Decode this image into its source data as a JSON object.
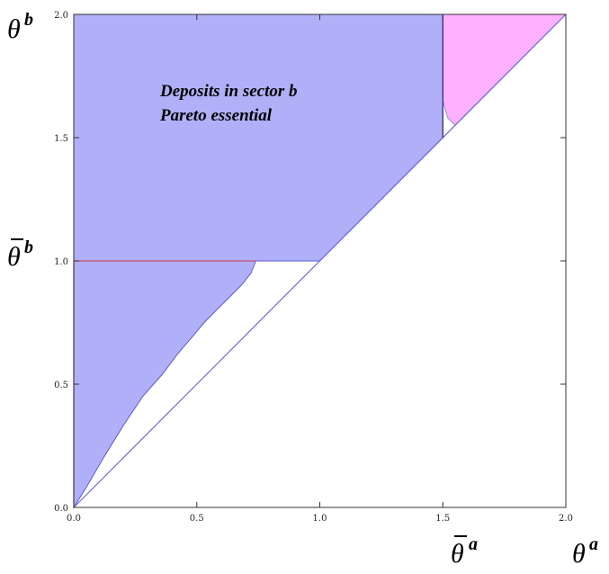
{
  "chart_data": {
    "type": "area",
    "title": "",
    "xlim": [
      0,
      2
    ],
    "ylim": [
      0,
      2
    ],
    "xticks": [
      "0.0",
      "0.5",
      "1.0",
      "1.5",
      "2.0"
    ],
    "yticks": [
      "0.0",
      "0.5",
      "1.0",
      "1.5",
      "2.0"
    ],
    "annotation": [
      "Deposits in sector b",
      "Pareto essential"
    ],
    "axis_symbols": {
      "x_theta": "θ",
      "x_sup": "a",
      "xbar_theta": "θ",
      "xbar_sup": "a",
      "y_theta": "θ",
      "y_sup": "b",
      "ybar_theta": "θ",
      "ybar_sup": "b"
    },
    "regions": [
      {
        "name": "blue-upper",
        "color": "#b0b0f8",
        "edge": "#5a5ad0",
        "points": [
          [
            0,
            1
          ],
          [
            0,
            2
          ],
          [
            1.5,
            2
          ],
          [
            1.5,
            1.5
          ],
          [
            1,
            1
          ]
        ]
      },
      {
        "name": "blue-lower",
        "color": "#b0b0f8",
        "edge": "#5a5ad0",
        "points": [
          [
            0,
            0
          ],
          [
            0,
            1
          ],
          [
            0.74,
            1
          ],
          [
            0.72,
            0.95
          ],
          [
            0.68,
            0.9
          ],
          [
            0.63,
            0.85
          ],
          [
            0.58,
            0.8
          ],
          [
            0.53,
            0.75
          ],
          [
            0.48,
            0.69
          ],
          [
            0.42,
            0.62
          ],
          [
            0.36,
            0.54
          ],
          [
            0.28,
            0.45
          ],
          [
            0.2,
            0.33
          ],
          [
            0.12,
            0.2
          ],
          [
            0.05,
            0.08
          ],
          [
            0,
            0
          ]
        ]
      },
      {
        "name": "pink",
        "color": "#ffb0ff",
        "edge": "#9090d8",
        "points": [
          [
            1.5,
            2
          ],
          [
            2,
            2
          ],
          [
            1.55,
            1.55
          ],
          [
            1.52,
            1.58
          ],
          [
            1.5,
            1.65
          ]
        ]
      }
    ],
    "lines": [
      {
        "name": "diagonal",
        "color": "#6a6ad8",
        "points": [
          [
            0,
            0
          ],
          [
            2,
            2
          ]
        ]
      },
      {
        "name": "red-horizontal",
        "color": "#d04a6a",
        "points": [
          [
            0,
            1
          ],
          [
            0.74,
            1
          ]
        ]
      },
      {
        "name": "red-vertical",
        "color": "#d04a6a",
        "points": [
          [
            0,
            0
          ],
          [
            0,
            1
          ]
        ]
      },
      {
        "name": "dark-vertical",
        "color": "#303060",
        "points": [
          [
            1.5,
            1.5
          ],
          [
            1.5,
            2
          ]
        ]
      }
    ]
  }
}
